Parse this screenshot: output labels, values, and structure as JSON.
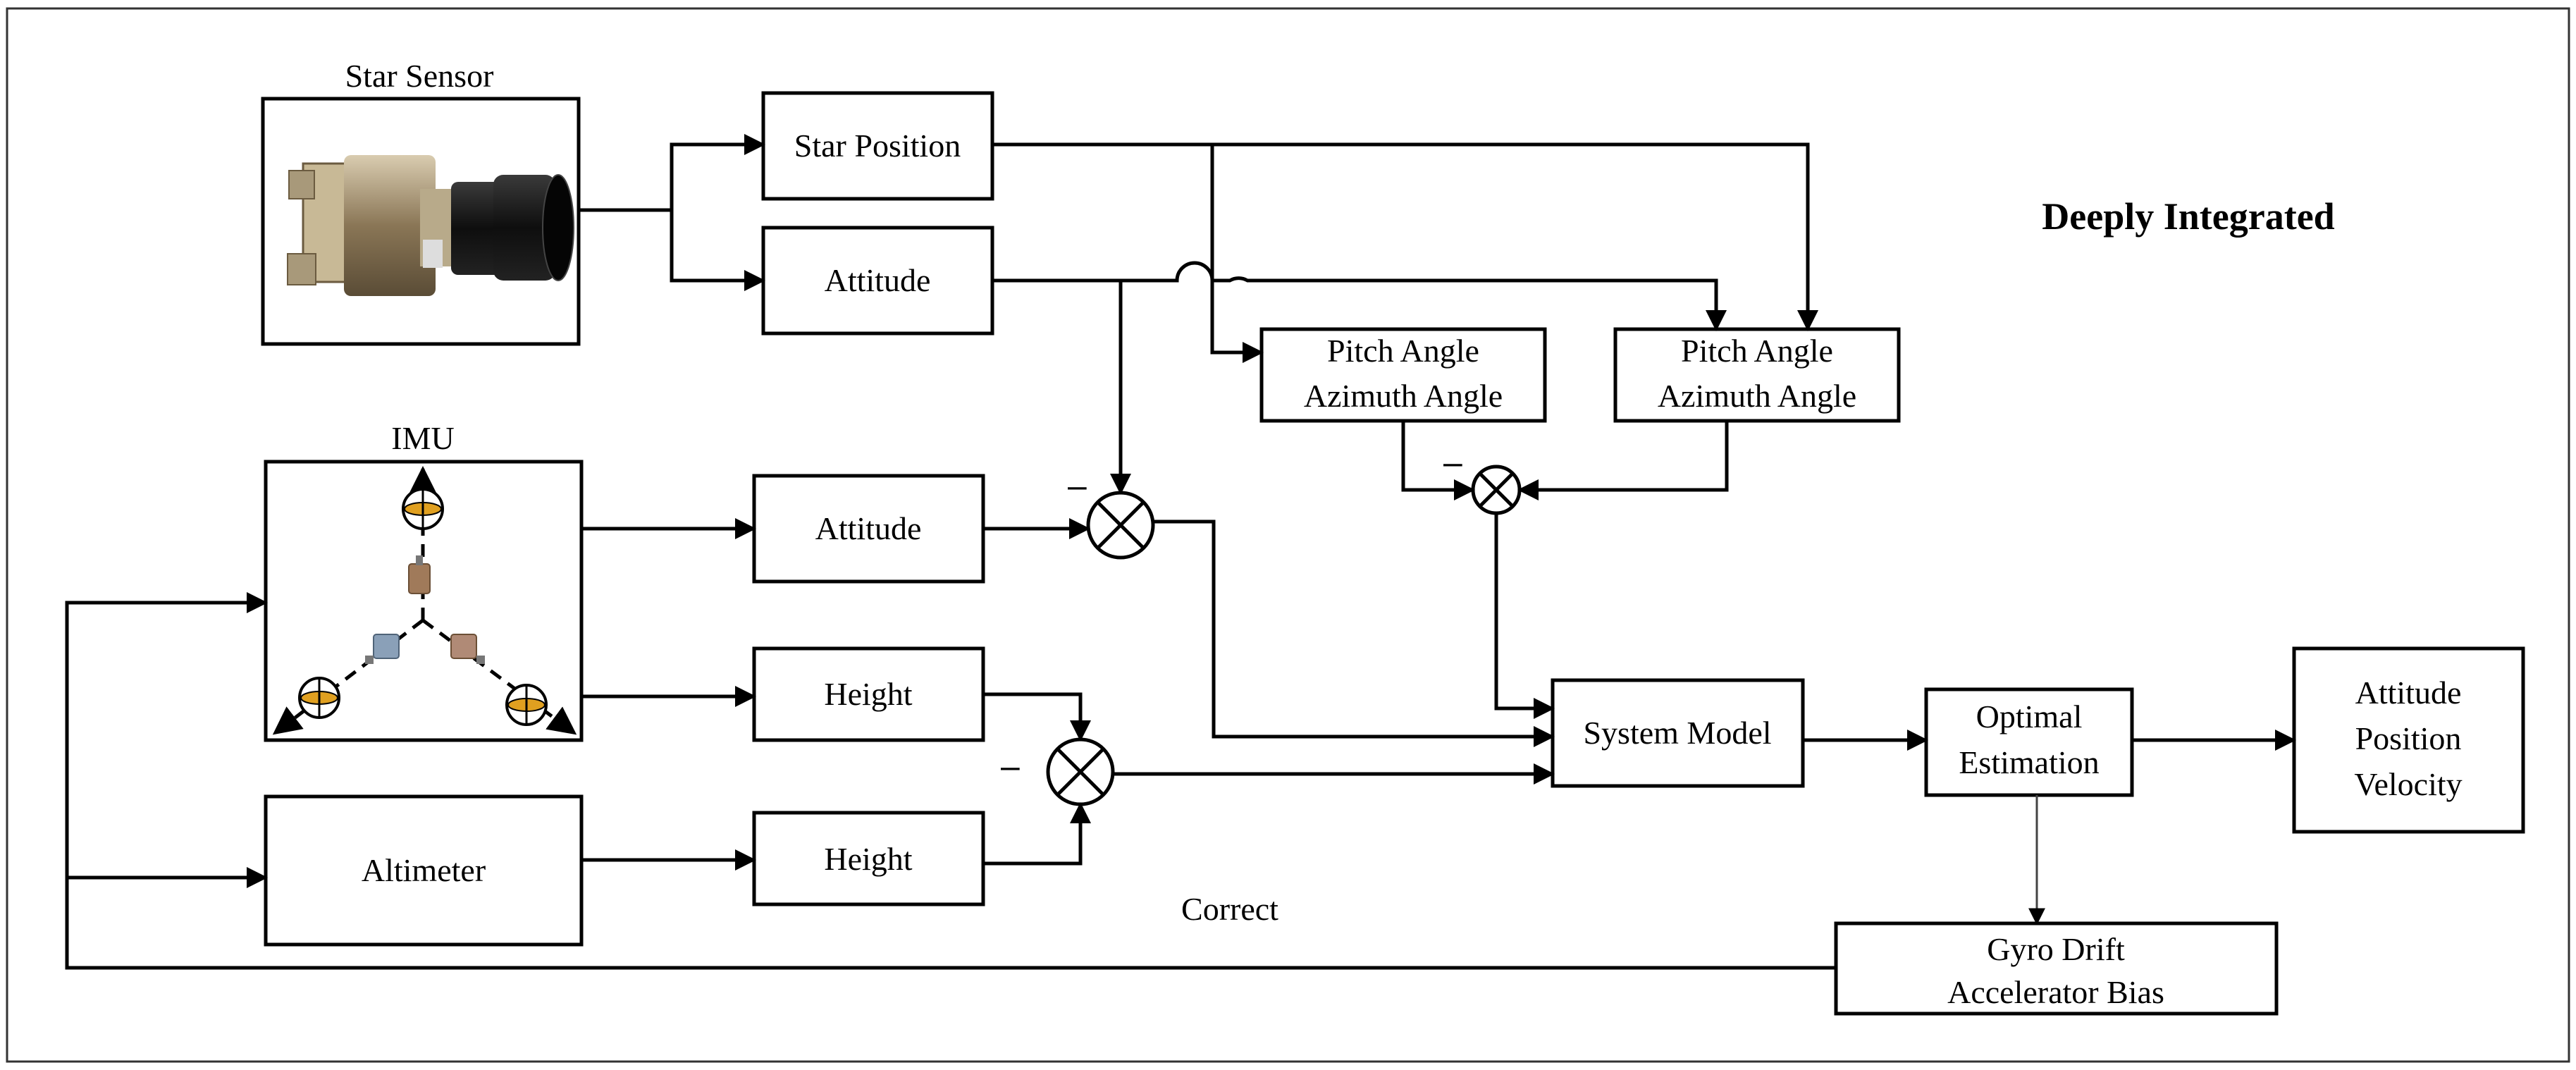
{
  "title": "Deeply Integrated",
  "sensors": {
    "star_sensor": "Star Sensor",
    "imu": "IMU",
    "altimeter": "Altimeter"
  },
  "blocks": {
    "star_position": "Star Position",
    "star_attitude": "Attitude",
    "pitch_azimuth_1": [
      "Pitch Angle",
      "Azimuth Angle"
    ],
    "pitch_azimuth_2": [
      "Pitch Angle",
      "Azimuth Angle"
    ],
    "imu_attitude": "Attitude",
    "imu_height": "Height",
    "alt_height": "Height",
    "system_model": "System Model",
    "optimal_estimation": [
      "Optimal",
      "Estimation"
    ],
    "output": [
      "Attitude",
      "Position",
      "Velocity"
    ],
    "gyro_bias": [
      "Gyro Drift",
      "Accelerator Bias"
    ]
  },
  "correct_label": "Correct",
  "minus_sign": "–",
  "colors": {
    "star_sensor_body": "#8a7656",
    "lens": "#111111",
    "gyro_accent": "#e0a020"
  }
}
